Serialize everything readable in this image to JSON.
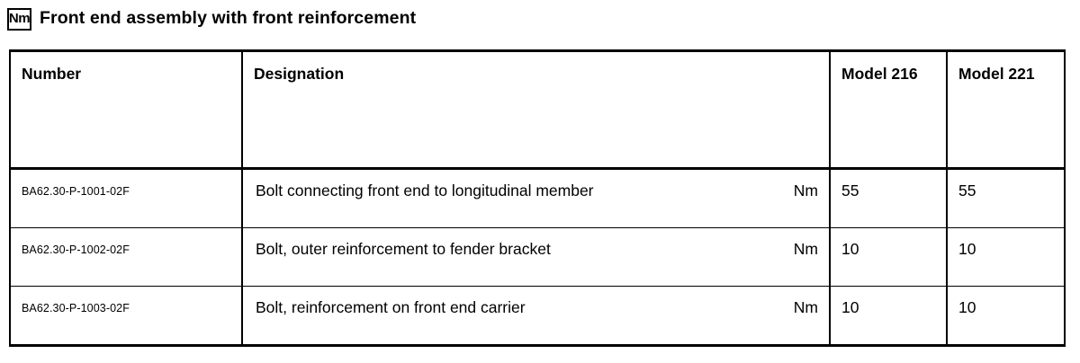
{
  "header": {
    "unit_badge": "Nm",
    "title": "Front end assembly with front reinforcement"
  },
  "table": {
    "columns": [
      {
        "key": "number",
        "label": "Number"
      },
      {
        "key": "designation",
        "label": "Designation"
      },
      {
        "key": "model_216",
        "label": "Model 216"
      },
      {
        "key": "model_221",
        "label": "Model 221"
      }
    ],
    "rows": [
      {
        "number": "BA62.30-P-1001-02F",
        "designation": "Bolt connecting front end to longitudinal member",
        "unit": "Nm",
        "model_216": "55",
        "model_221": "55"
      },
      {
        "number": "BA62.30-P-1002-02F",
        "designation": "Bolt, outer reinforcement to fender bracket",
        "unit": "Nm",
        "model_216": "10",
        "model_221": "10"
      },
      {
        "number": "BA62.30-P-1003-02F",
        "designation": "Bolt, reinforcement on front end carrier",
        "unit": "Nm",
        "model_216": "10",
        "model_221": "10"
      }
    ]
  },
  "colors": {
    "text": "#000000",
    "background": "#ffffff",
    "rule": "#000000"
  }
}
